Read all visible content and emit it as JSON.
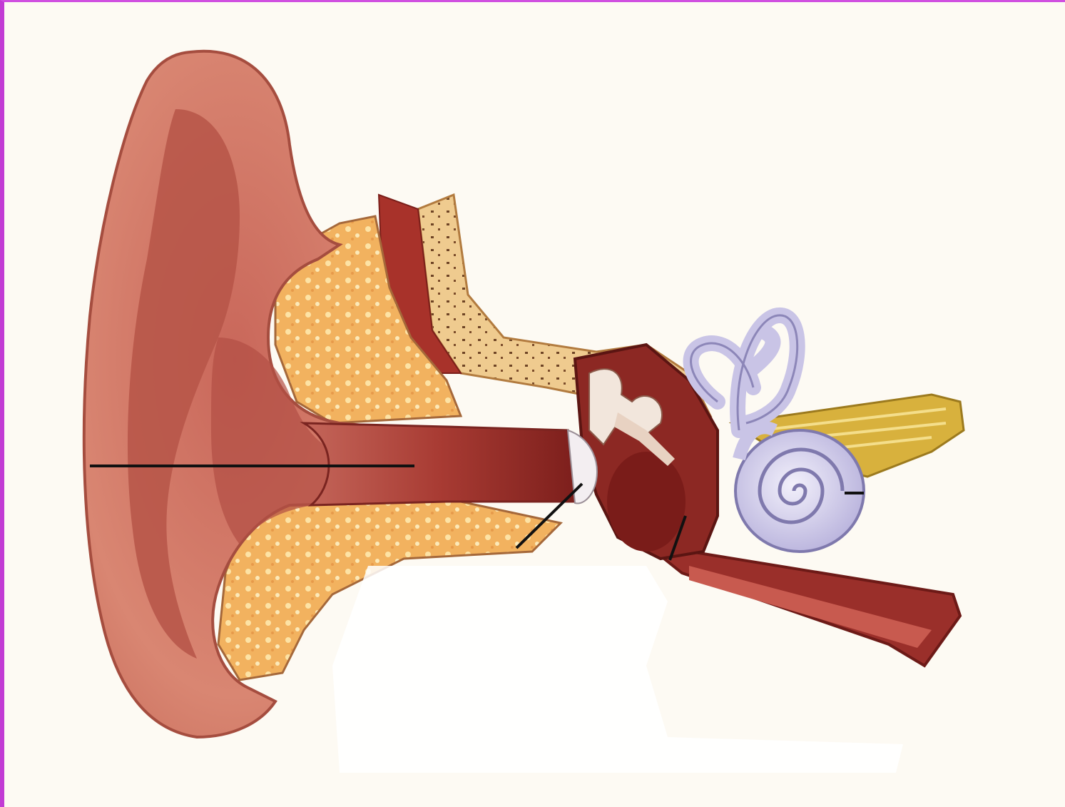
{
  "diagram": {
    "subject": "ear-anatomy-cross-section",
    "labels": [],
    "colors": {
      "frame_border": "#c23bd4",
      "background": "#fdfaf3",
      "skin": "#d97f6c",
      "skin_dark": "#b85a4c",
      "canal_inner": "#8e2a25",
      "bone": "#f0b56c",
      "bone_spots": "#fbe2a4",
      "cochlea": "#c9c4e6",
      "nerve": "#d9b23b",
      "leader_line": "#111111"
    },
    "parts": [
      {
        "name": "outer-ear-pinna",
        "icon": "pinna-shape"
      },
      {
        "name": "ear-canal",
        "icon": "canal-shape"
      },
      {
        "name": "eardrum",
        "icon": "membrane-shape"
      },
      {
        "name": "middle-ear-cavity",
        "icon": "cavity-shape"
      },
      {
        "name": "semicircular-canals",
        "icon": "loops-shape"
      },
      {
        "name": "cochlea",
        "icon": "spiral-shape"
      },
      {
        "name": "auditory-nerve",
        "icon": "nerve-shape"
      },
      {
        "name": "eustachian-tube",
        "icon": "tube-shape"
      }
    ]
  }
}
